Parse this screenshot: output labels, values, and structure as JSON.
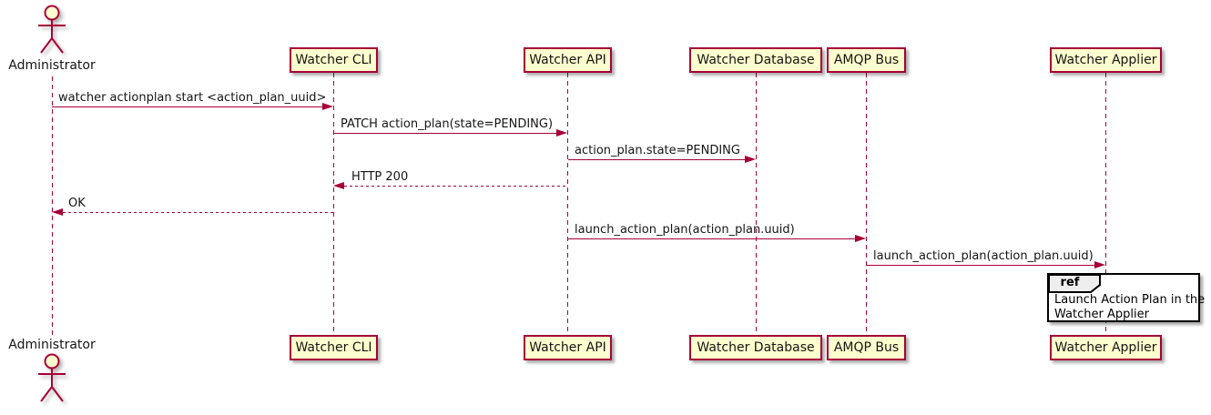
{
  "diagram": {
    "type": "plantuml-sequence",
    "actor": {
      "name": "Administrator"
    },
    "participants": [
      {
        "name": "Watcher CLI"
      },
      {
        "name": "Watcher API"
      },
      {
        "name": "Watcher Database"
      },
      {
        "name": "AMQP Bus"
      },
      {
        "name": "Watcher Applier"
      }
    ],
    "messages": [
      {
        "from": "Administrator",
        "to": "Watcher CLI",
        "label": "watcher actionplan start <action_plan_uuid>",
        "style": "solid"
      },
      {
        "from": "Watcher CLI",
        "to": "Watcher API",
        "label": "PATCH action_plan(state=PENDING)",
        "style": "solid"
      },
      {
        "from": "Watcher API",
        "to": "Watcher Database",
        "label": "action_plan.state=PENDING",
        "style": "solid"
      },
      {
        "from": "Watcher API",
        "to": "Watcher CLI",
        "label": "HTTP 200",
        "style": "dashed"
      },
      {
        "from": "Watcher CLI",
        "to": "Administrator",
        "label": "OK",
        "style": "dashed"
      },
      {
        "from": "Watcher API",
        "to": "AMQP Bus",
        "label": "launch_action_plan(action_plan.uuid)",
        "style": "solid"
      },
      {
        "from": "AMQP Bus",
        "to": "Watcher Applier",
        "label": "launch_action_plan(action_plan.uuid)",
        "style": "solid"
      }
    ],
    "ref": {
      "keyword": "ref",
      "line1": "Launch Action Plan in the",
      "line2": "Watcher Applier"
    },
    "colors": {
      "participant_fill": "#FEFECE",
      "participant_border": "#A80036",
      "arrow": "#A80036",
      "ref_header_fill": "#EEEEEE",
      "ref_border": "#000000"
    }
  }
}
